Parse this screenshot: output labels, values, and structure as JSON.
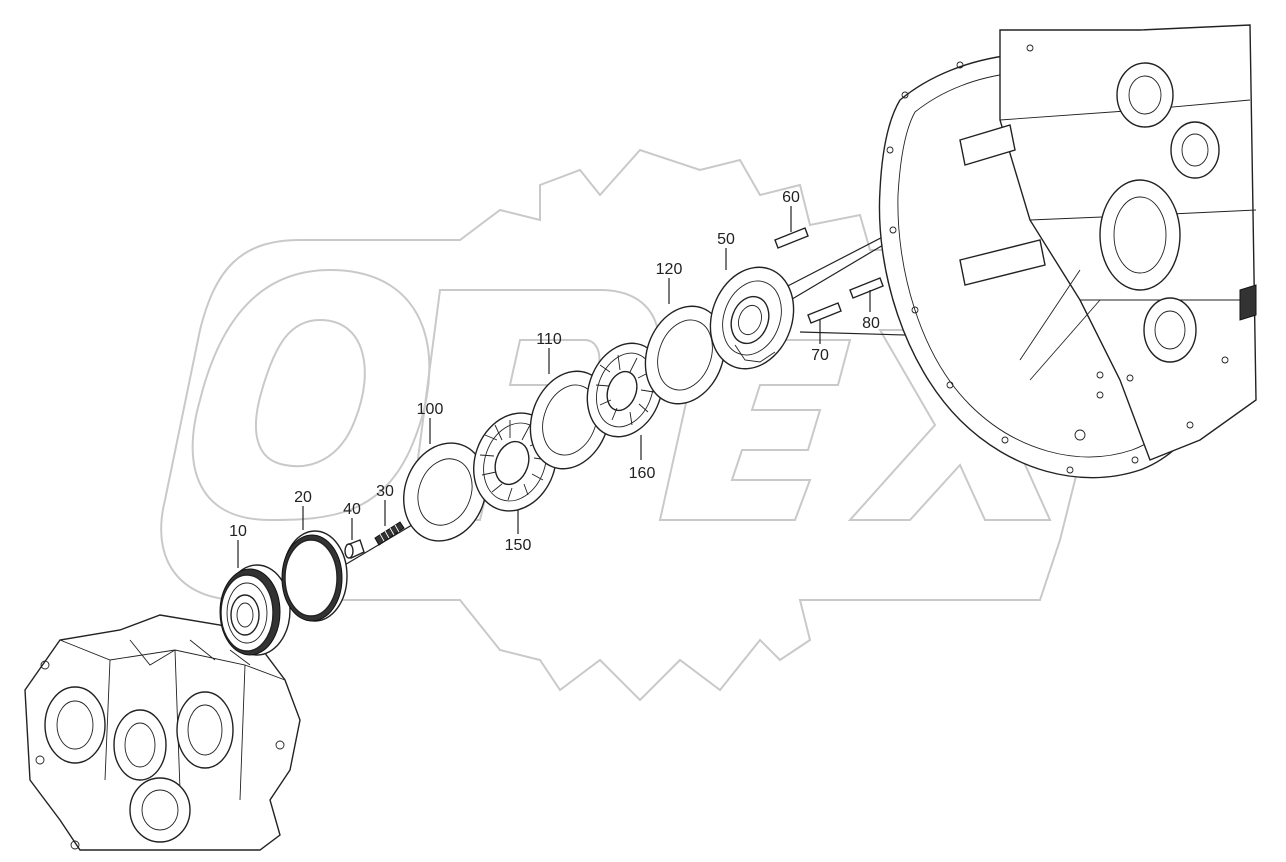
{
  "watermark": {
    "text": "OPEX"
  },
  "callouts": [
    {
      "id": "10",
      "label": "10"
    },
    {
      "id": "20",
      "label": "20"
    },
    {
      "id": "30",
      "label": "30"
    },
    {
      "id": "40",
      "label": "40"
    },
    {
      "id": "50",
      "label": "50"
    },
    {
      "id": "60",
      "label": "60"
    },
    {
      "id": "70",
      "label": "70"
    },
    {
      "id": "80",
      "label": "80"
    },
    {
      "id": "100",
      "label": "100"
    },
    {
      "id": "110",
      "label": "110"
    },
    {
      "id": "120",
      "label": "120"
    },
    {
      "id": "150",
      "label": "150"
    },
    {
      "id": "160",
      "label": "160"
    }
  ]
}
